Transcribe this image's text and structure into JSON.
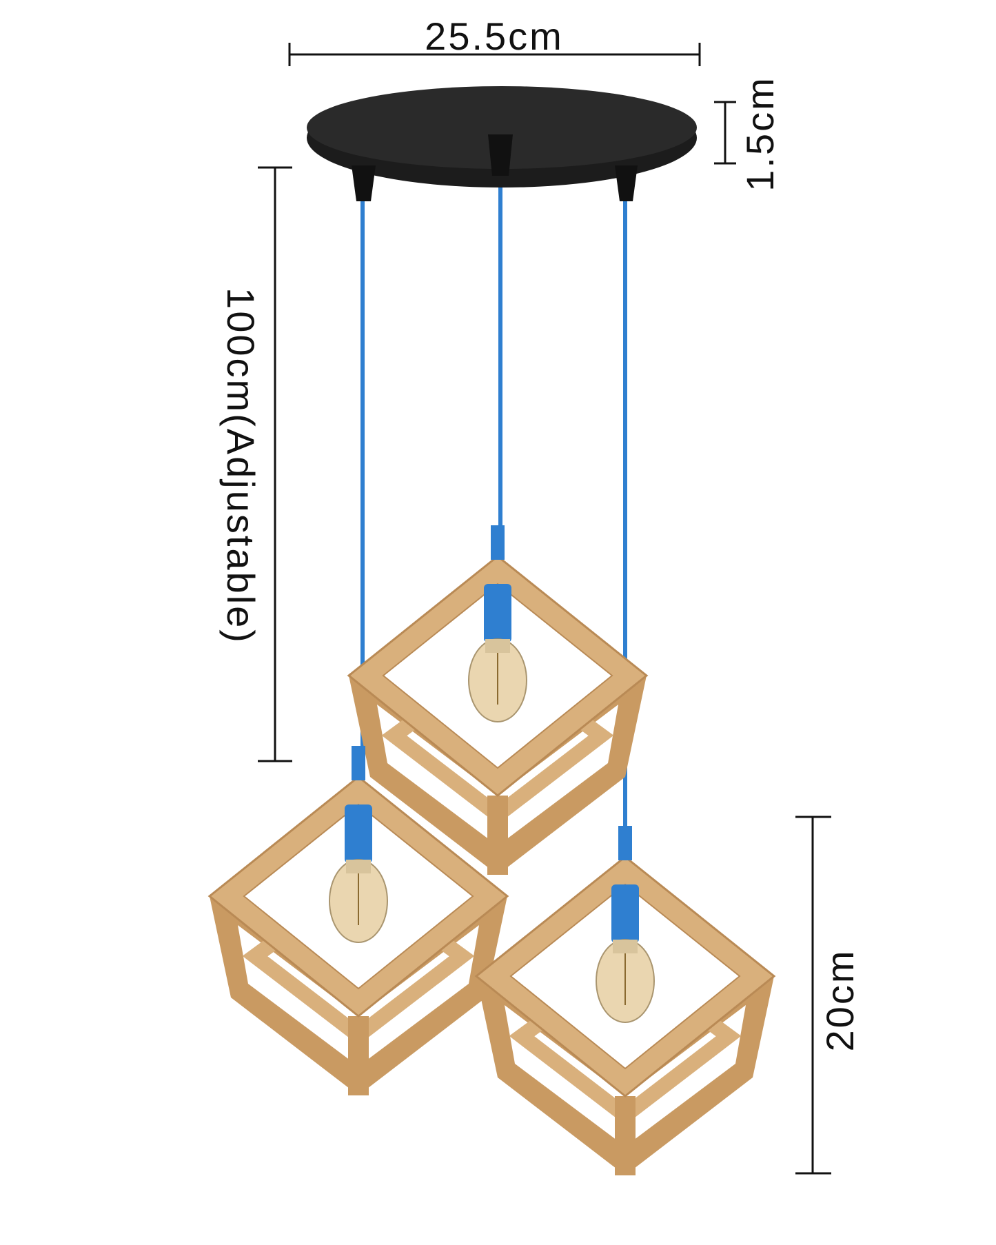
{
  "dimensions": {
    "width_label": "25.5cm",
    "canopy_height_label": "1.5cm",
    "cord_length_label": "100cm(Adjustable)",
    "shade_height_label": "20cm"
  },
  "colors": {
    "canopy": "#1c1c1c",
    "cord": "#2f7fd0",
    "wood": "#d9b07c",
    "wood_dark": "#b98a55",
    "bulb": "#e8d2a8"
  }
}
